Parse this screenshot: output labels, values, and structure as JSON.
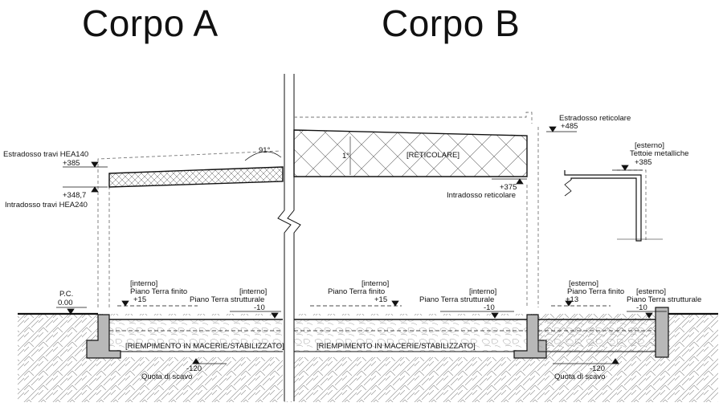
{
  "titles": {
    "corpo_a": "Corpo A",
    "corpo_b": "Corpo B"
  },
  "corpo_a": {
    "estradosso_label": "Estradosso travi HEA140",
    "estradosso_level": "+385",
    "intradosso_level": "+348,7",
    "intradosso_label": "Intradosso travi HEA240",
    "angle": "91°",
    "pc_label": "P.C.",
    "pc_level": "0.00",
    "interno_tag_1": "[interno]",
    "piano_finito_label": "Piano Terra finito",
    "piano_finito_level": "+15",
    "interno_tag_2": "[interno]",
    "piano_strutturale_label": "Piano Terra strutturale",
    "piano_strutturale_level": "-10",
    "riempimento_label": "[RIEMPIMENTO IN MACERIE/STABILIZZATO]",
    "scavo_level": "-120",
    "scavo_label": "Quota di scavo"
  },
  "corpo_b": {
    "estradosso_label": "Estradosso reticolare",
    "estradosso_level": "+485",
    "angle": "1°",
    "reticolare_label": "[RETICOLARE]",
    "intradosso_level": "+375",
    "intradosso_label": "Intradosso reticolare",
    "interno_tag_1": "[interno]",
    "piano_finito_label": "Piano Terra finito",
    "piano_finito_level": "+15",
    "interno_tag_2": "[interno]",
    "piano_strutturale_label": "Piano Terra strutturale",
    "piano_strutturale_level": "-10",
    "riempimento_label": "[RIEMPIMENTO IN MACERIE/STABILIZZATO]"
  },
  "esterno": {
    "tettoie_tag": "[esterno]",
    "tettoie_label": "Tettoie metalliche",
    "tettoie_level": "+385",
    "finito_tag": "[esterno]",
    "piano_finito_label": "Piano Terra finito",
    "piano_finito_level": "+13",
    "strutturale_tag": "[esterno]",
    "piano_strutturale_label": "Piano Terra strutturale",
    "piano_strutturale_level": "-10",
    "scavo_level": "-120",
    "scavo_label": "Quota di scavo"
  },
  "colors": {
    "line": "#111111",
    "slab_fill": "#e9e9e9",
    "footing_fill": "#b8b8b8",
    "ground_hatch": "#9a9a9a"
  }
}
